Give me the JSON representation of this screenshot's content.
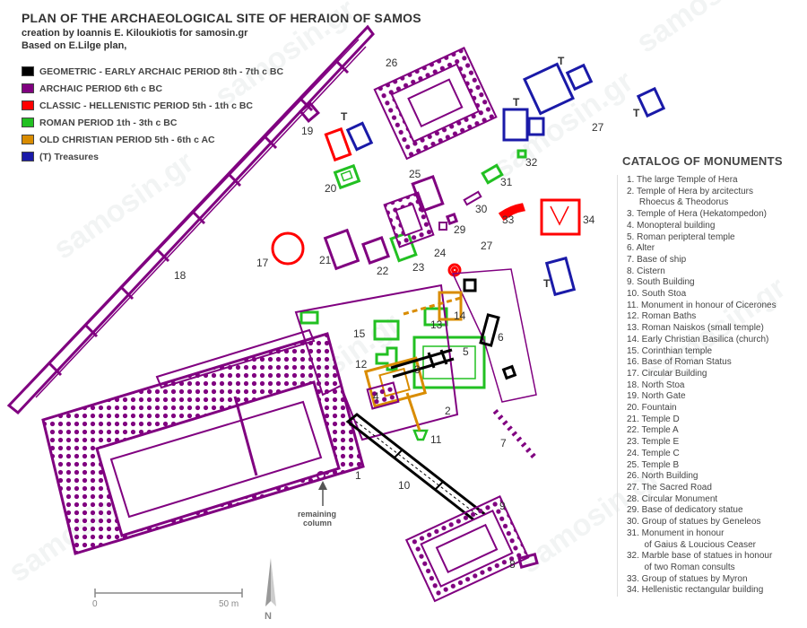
{
  "title": "PLAN OF THE ARCHAEOLOGICAL SITE OF HERAION OF SAMOS",
  "credit": "creation by Ioannis E. Kiloukiotis for samosin.gr",
  "based_on": "Based on E.Lilge plan,",
  "legend": [
    {
      "label": "GEOMETRIC - EARLY ARCHAIC PERIOD 8th - 7th c BC",
      "color": "#000000"
    },
    {
      "label": "ARCHAIC PERIOD 6th c BC",
      "color": "#800080"
    },
    {
      "label": "CLASSIC - HELLENISTIC PERIOD 5th - 1th c BC",
      "color": "#ff0000"
    },
    {
      "label": "ROMAN PERIOD 1th - 3th c BC",
      "color": "#22c022"
    },
    {
      "label": "OLD CHRISTIAN PERIOD 5th - 6th c AC",
      "color": "#d98c00"
    },
    {
      "label": "(T) Treasures",
      "color": "#1a1aa8"
    }
  ],
  "catalog_title": "CATALOG OF MONUMENTS",
  "catalog": [
    "1. The large Temple of Hera",
    "2. Temple of Hera by arcitecturs",
    "     Rhoecus & Theodorus",
    "3. Temple of Hera (Hekatompedon)",
    "4. Monopteral building",
    "5. Roman peripteral temple",
    "6. Alter",
    "7. Base of ship",
    "8. Cistern",
    "9. South Building",
    "10. South Stoa",
    "11. Monument in honour of Cicerones",
    "12. Roman Baths",
    "13. Roman Naiskos (small temple)",
    "14. Early Christian Basilica (church)",
    "15. Corinthian temple",
    "16. Base of Roman Status",
    "17. Circular Building",
    "18. North Stoa",
    "19. North Gate",
    "20. Fountain",
    "21. Temple D",
    "22. Temple A",
    "23. Temple E",
    "24. Temple C",
    "25. Temple B",
    "26. North Building",
    "27. The Sacred Road",
    "28. Circular Monument",
    "29. Base of dedicatory statue",
    "30. Group of statues by Geneleos",
    "31. Monument in honour",
    "       of Gaius & Loucious Ceaser",
    "32. Marble base of statues in honour",
    "       of two Roman consults",
    "33. Group of statues by Myron",
    "34. Hellenistic rectangular building"
  ],
  "map_labels": {
    "n1": "1",
    "n2": "2",
    "n3": "3",
    "n4": "4",
    "n5": "5",
    "n6": "6",
    "n7": "7",
    "n8": "8",
    "n9": "9",
    "n10": "10",
    "n11": "11",
    "n12": "12",
    "n13": "13",
    "n14": "14",
    "n15": "15",
    "n17": "17",
    "n18": "18",
    "n19": "19",
    "n20": "20",
    "n21": "21",
    "n22": "22",
    "n23": "23",
    "n24": "24",
    "n25": "25",
    "n26": "26",
    "n27a": "27",
    "n27b": "27",
    "n29": "29",
    "n30": "30",
    "n31": "31",
    "n32": "32",
    "n33": "33",
    "n34": "34",
    "t1": "T",
    "t2": "T",
    "t3": "T",
    "t4": "T",
    "t5": "T"
  },
  "remaining_column_1": "remaining",
  "remaining_column_2": "column",
  "scale_zero": "0",
  "scale_end": "50 m",
  "north": "N",
  "watermark": "samosin.gr"
}
